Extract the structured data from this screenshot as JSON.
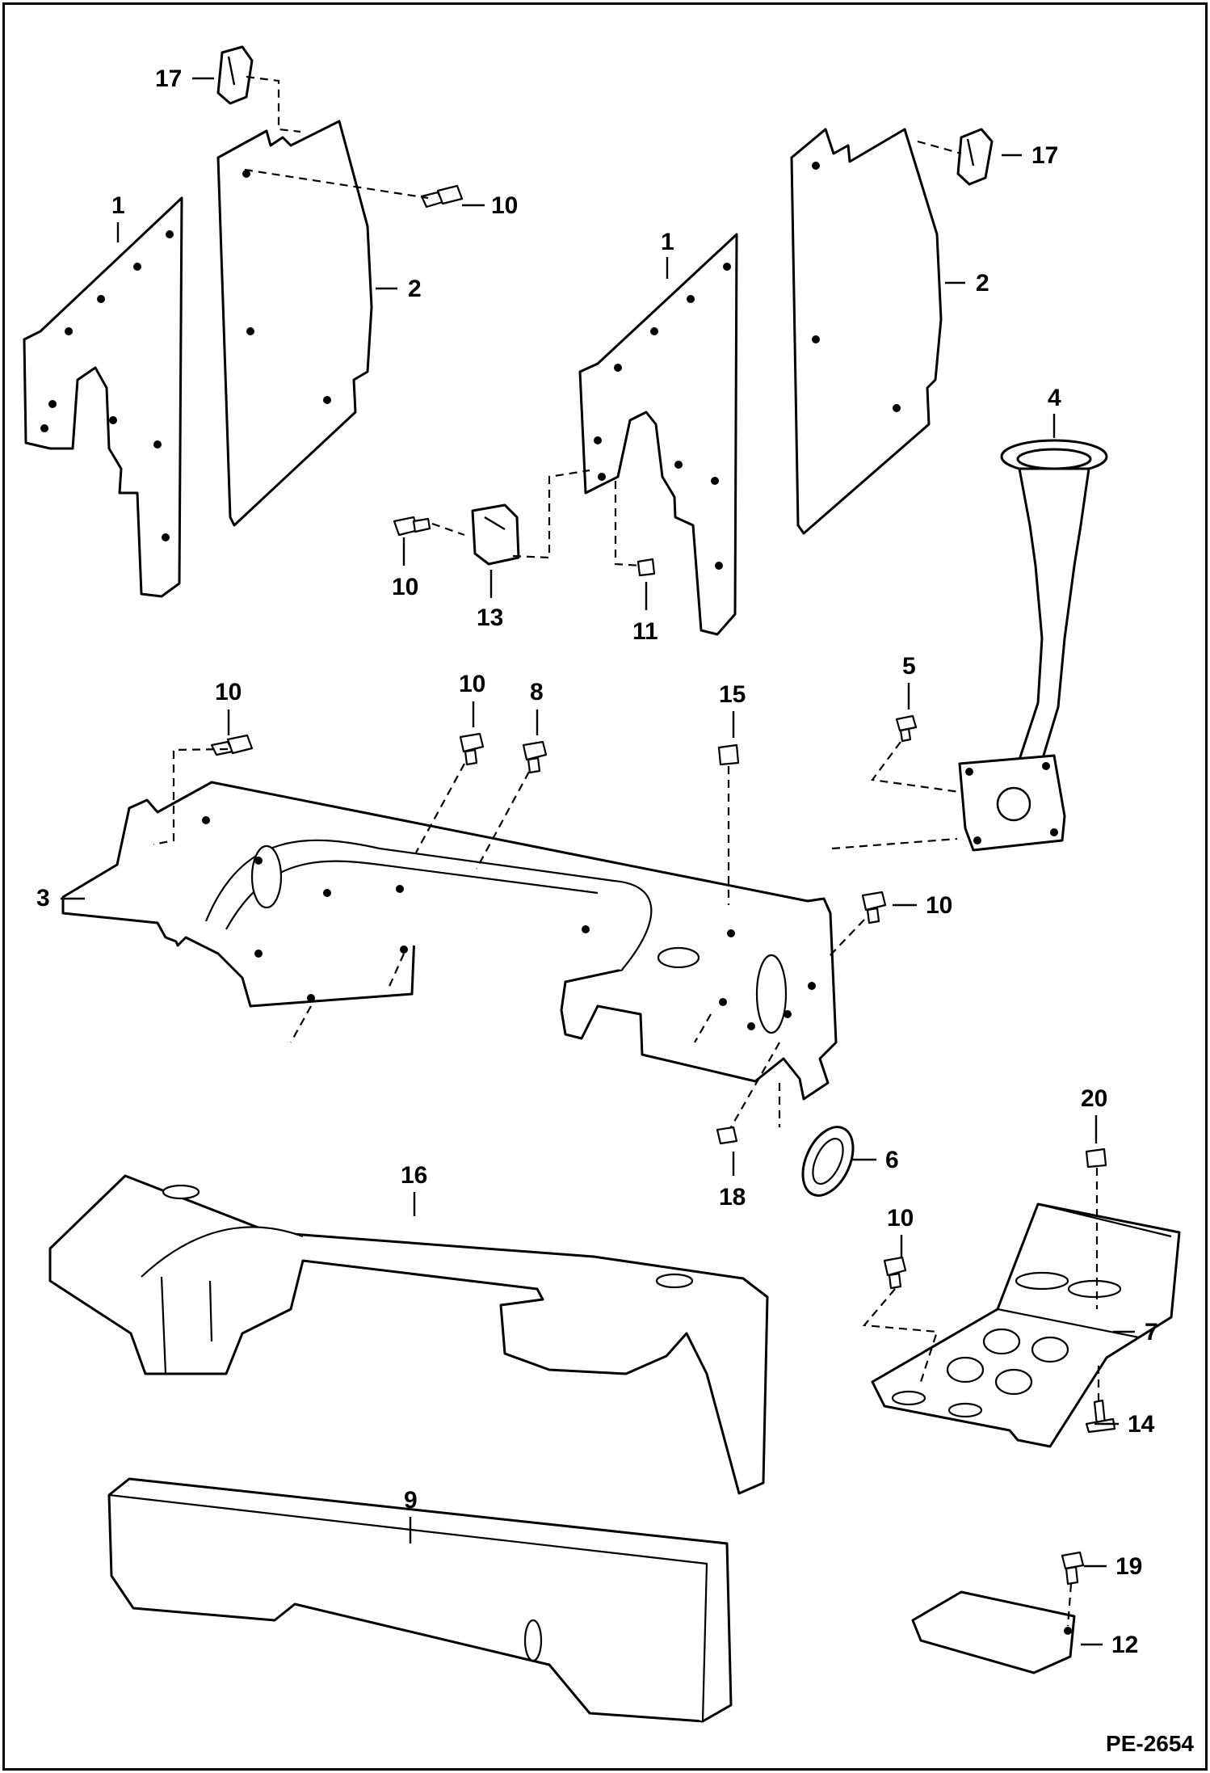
{
  "drawing": {
    "code": "PE-2654",
    "callouts": [
      {
        "id": "c17a",
        "label": "17"
      },
      {
        "id": "c10a",
        "label": "10"
      },
      {
        "id": "c1a",
        "label": "1"
      },
      {
        "id": "c2a",
        "label": "2"
      },
      {
        "id": "c17b",
        "label": "17"
      },
      {
        "id": "c1b",
        "label": "1"
      },
      {
        "id": "c2b",
        "label": "2"
      },
      {
        "id": "c4",
        "label": "4"
      },
      {
        "id": "c10b",
        "label": "10"
      },
      {
        "id": "c13",
        "label": "13"
      },
      {
        "id": "c11",
        "label": "11"
      },
      {
        "id": "c10c",
        "label": "10"
      },
      {
        "id": "c10d",
        "label": "10"
      },
      {
        "id": "c8",
        "label": "8"
      },
      {
        "id": "c15",
        "label": "15"
      },
      {
        "id": "c5",
        "label": "5"
      },
      {
        "id": "c3",
        "label": "3"
      },
      {
        "id": "c10e",
        "label": "10"
      },
      {
        "id": "c20",
        "label": "20"
      },
      {
        "id": "c6",
        "label": "6"
      },
      {
        "id": "c18",
        "label": "18"
      },
      {
        "id": "c16",
        "label": "16"
      },
      {
        "id": "c10f",
        "label": "10"
      },
      {
        "id": "c7",
        "label": "7"
      },
      {
        "id": "c14",
        "label": "14"
      },
      {
        "id": "c9",
        "label": "9"
      },
      {
        "id": "c19",
        "label": "19"
      },
      {
        "id": "c12",
        "label": "12"
      }
    ]
  }
}
